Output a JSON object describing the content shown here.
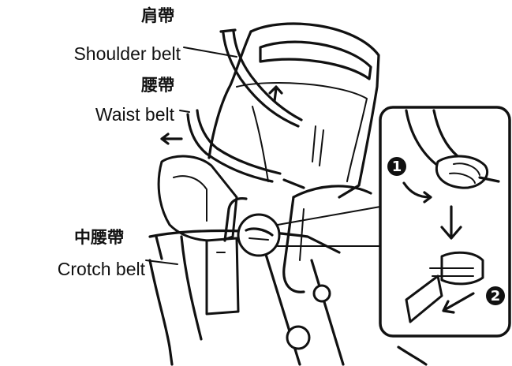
{
  "labels": {
    "shoulder_belt": {
      "zh": "肩帶",
      "en": "Shoulder belt"
    },
    "waist_belt": {
      "zh": "腰帶",
      "en": "Waist belt"
    },
    "crotch_belt": {
      "zh": "中腰帶",
      "en": "Crotch belt"
    }
  },
  "steps": {
    "step1": "1",
    "step2": "2"
  }
}
